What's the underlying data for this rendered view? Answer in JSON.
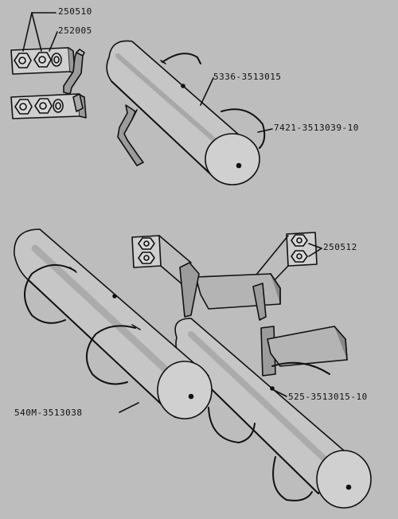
{
  "labels": {
    "nut_250510": "250510",
    "washer_252005": "252005",
    "tank_5336": "5336-3513015",
    "strap_7421": "7421-3513039-10",
    "nut_250512": "250512",
    "strap_540m": "540M-3513038",
    "tank_525": "525-3513015-10"
  },
  "colors": {
    "background": "#bdbdbd",
    "line": "#111111",
    "fill": "#c4c4c4",
    "shade": "#8a8a8a"
  }
}
